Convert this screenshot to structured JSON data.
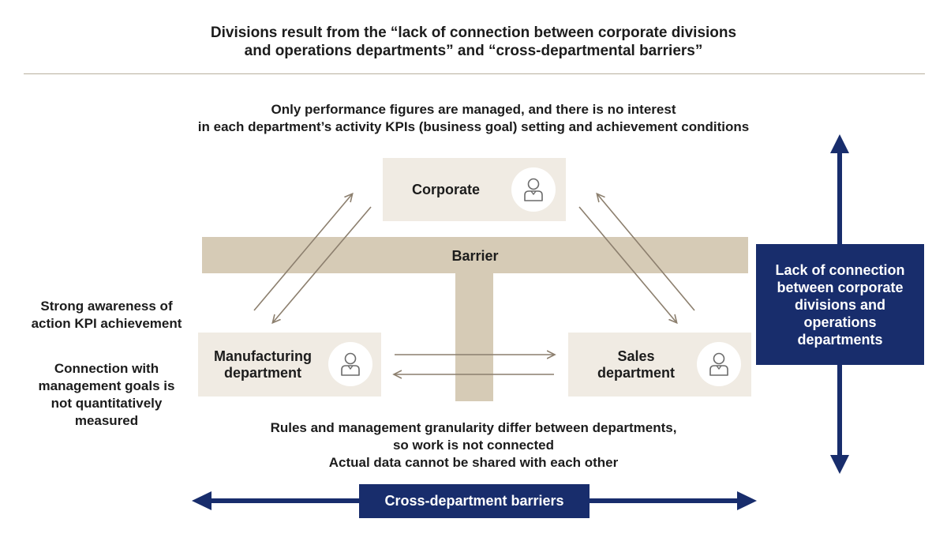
{
  "title_line1": "Divisions result from the “lack of connection between corporate divisions",
  "title_line2": "and operations departments” and “cross-departmental barriers”",
  "top_note_line1": "Only performance figures are managed, and there is no interest",
  "top_note_line2": "in each department’s activity KPIs (business goal) setting and achievement conditions",
  "corporate_label": "Corporate",
  "barrier_label": "Barrier",
  "manufacturing_label_line1": "Manufacturing",
  "manufacturing_label_line2": "department",
  "sales_label_line1": "Sales",
  "sales_label_line2": "department",
  "left_note1_line1": "Strong awareness of",
  "left_note1_line2": "action KPI achievement",
  "left_note2_line1": "Connection with",
  "left_note2_line2": "management goals is",
  "left_note2_line3": "not quantitatively",
  "left_note2_line4": "measured",
  "bottom_note_line1": "Rules and management granularity differ between departments,",
  "bottom_note_line2": "so work is not connected",
  "bottom_note_line3": "Actual data cannot be shared with each other",
  "vertical_label_line1": "Lack of connection",
  "vertical_label_line2": "between corporate",
  "vertical_label_line3": "divisions and",
  "vertical_label_line4": "operations",
  "vertical_label_line5": "departments",
  "horizontal_label": "Cross-department barriers",
  "colors": {
    "navy": "#182d6c",
    "box_fill": "#f0ebe3",
    "barrier_fill": "#d6cbb6",
    "arrow_gray": "#8c7f6e",
    "rule": "#b8b09e"
  },
  "icons": [
    "person-icon"
  ]
}
